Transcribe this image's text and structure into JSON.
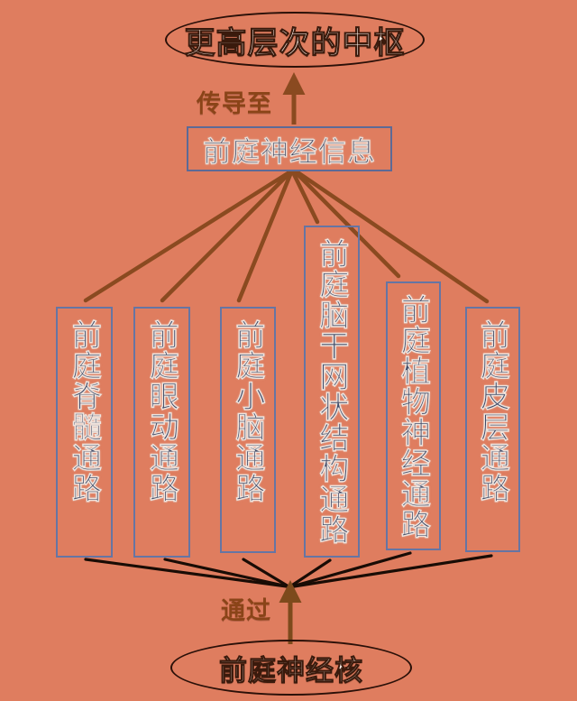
{
  "diagram": {
    "background_color": "#df7d5f",
    "box_border_color": "#6675a3",
    "ellipse_border_color": "#2a1008",
    "top_edge_color": "#8a4a20",
    "bottom_edge_color": "#1b0d06",
    "nodes": {
      "higher_center": "更高层次的中枢",
      "vestibular_info": "前庭神经信息",
      "vestibular_nucleus": "前庭神经核"
    },
    "captions": {
      "conduct_to": "传导至",
      "pass_through": "通过"
    },
    "pathways": [
      {
        "label": "前庭脊髓通路"
      },
      {
        "label": "前庭眼动通路"
      },
      {
        "label": "前庭小脑通路"
      },
      {
        "label": "前庭脑干网状结构通路"
      },
      {
        "label": "前庭植物神经通路"
      },
      {
        "label": "前庭皮层通路"
      }
    ]
  }
}
